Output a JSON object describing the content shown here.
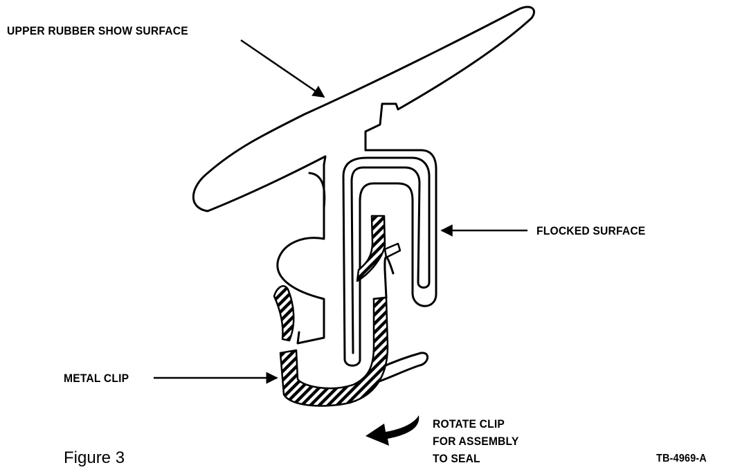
{
  "labels": {
    "upper_surface": "UPPER RUBBER SHOW SURFACE",
    "flocked_surface": "FLOCKED SURFACE",
    "metal_clip": "METAL CLIP",
    "rotate_lines": [
      "ROTATE CLIP",
      "FOR ASSEMBLY",
      "TO SEAL"
    ],
    "figure": "Figure 3",
    "code": "TB-4969-A"
  },
  "colors": {
    "ink": "#000000",
    "paper": "#ffffff"
  }
}
